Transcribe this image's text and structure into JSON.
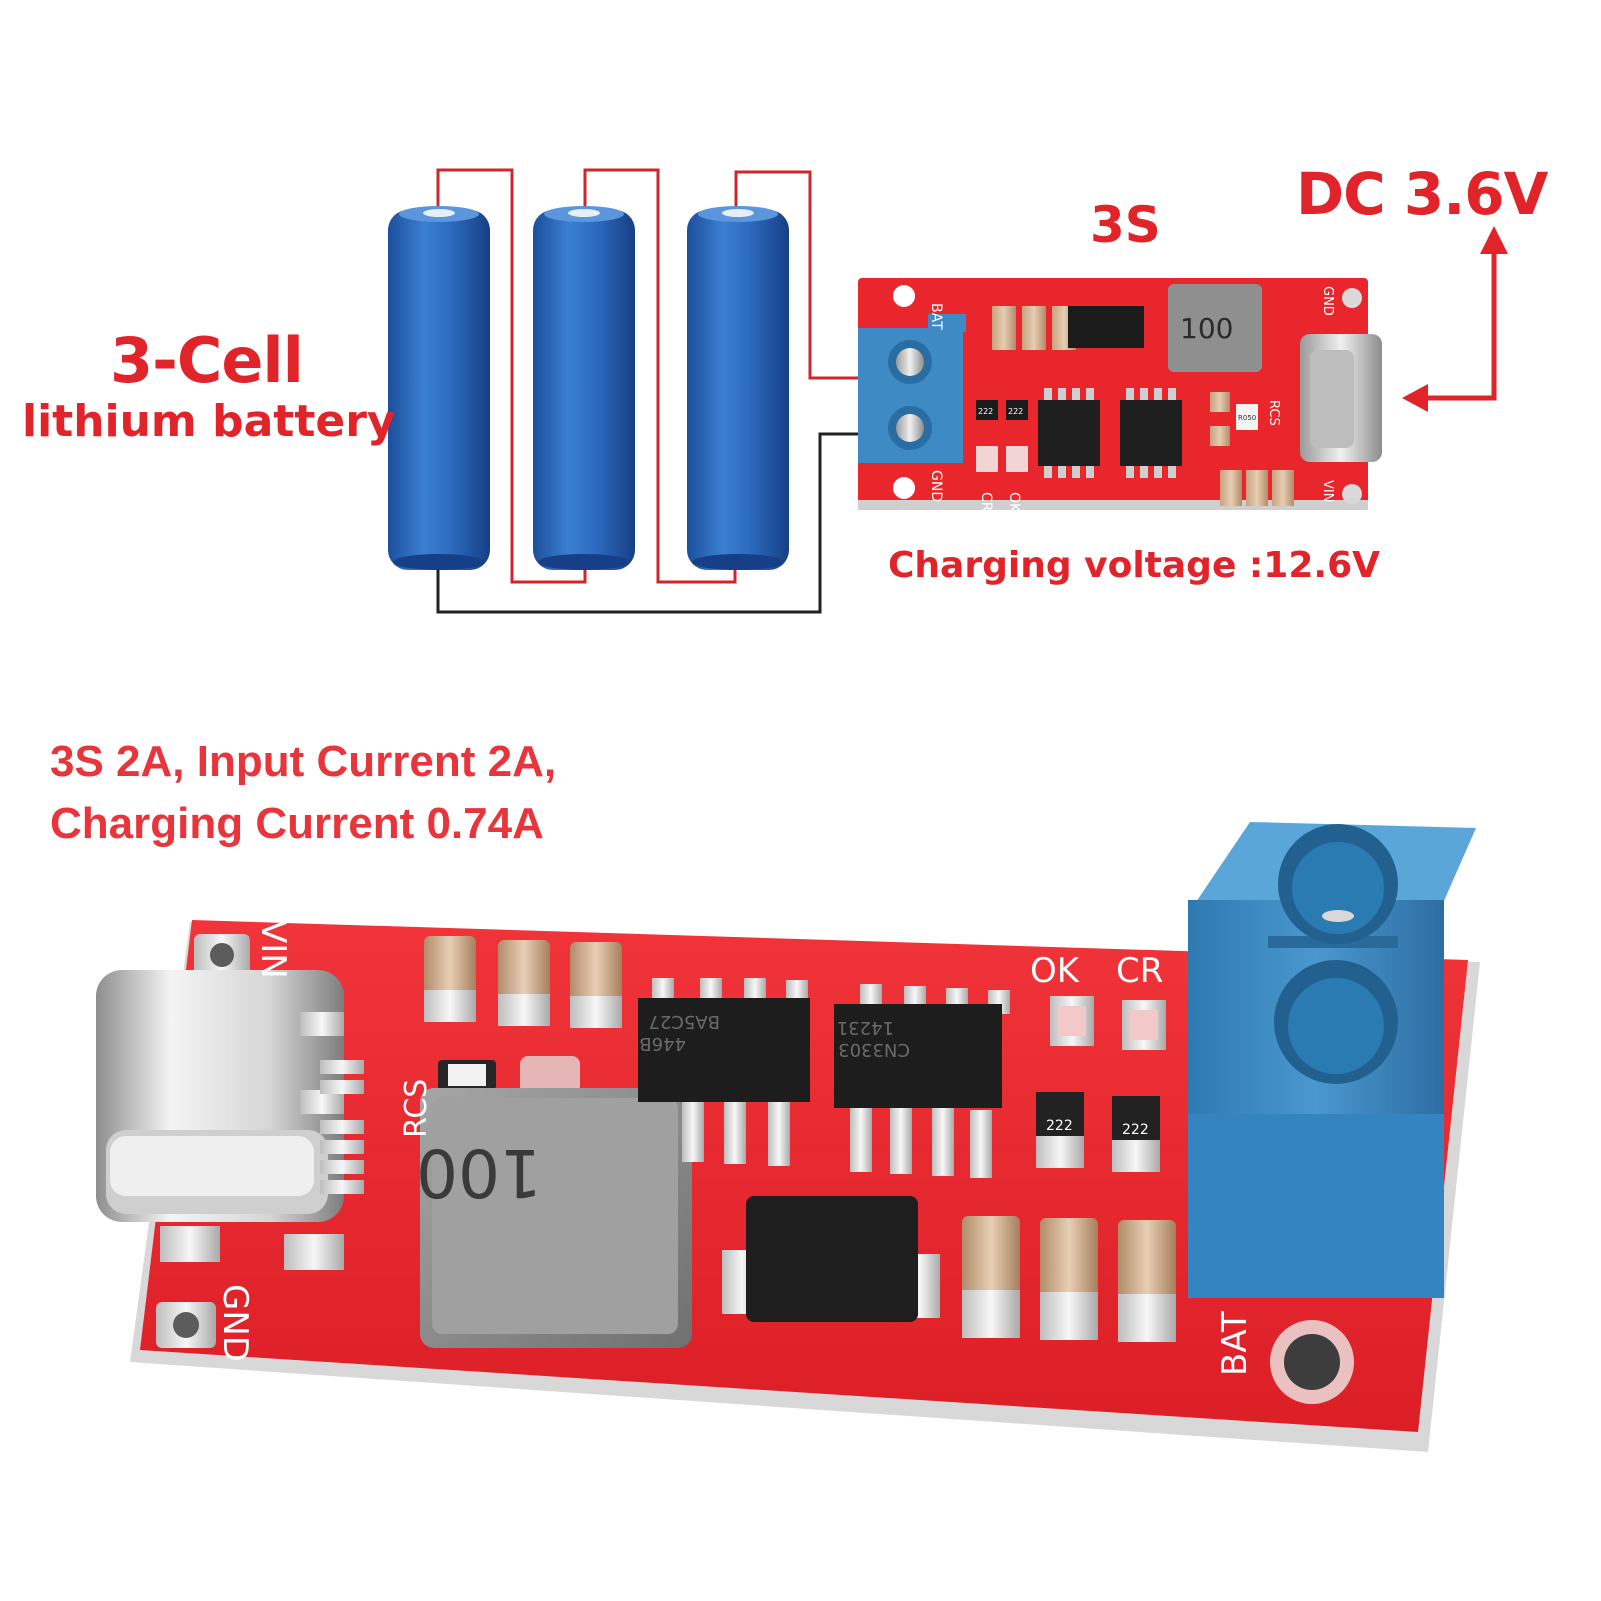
{
  "diagram": {
    "battery_label_title": "3-Cell",
    "battery_label_sub": "lithium battery",
    "config_label": "3S",
    "input_label": "DC 3.6V",
    "charging_voltage": "Charging voltage :12.6V",
    "board_marks": {
      "bat": "BAT",
      "gnd_left": "GND",
      "gnd_right": "GND",
      "vin": "VIN",
      "rcs": "RCS",
      "ok": "OK",
      "cr": "CR",
      "inductor": "100",
      "r222_a": "222",
      "r222_b": "222",
      "r050": "R050"
    }
  },
  "specs": {
    "line1": "3S 2A, Input Current 2A,",
    "line2": "Charging Current 0.74A"
  },
  "photo_marks": {
    "vin": "VIN",
    "gnd": "GND",
    "rcs": "RCS",
    "ok": "OK",
    "cr": "CR",
    "bat": "BAT",
    "inductor": "100",
    "ic1_line1": "BA5C27",
    "ic1_line2": "446B",
    "ic2_line1": "CN3303",
    "ic2_line2": "14231",
    "r222_a": "222",
    "r222_b": "222"
  },
  "colors": {
    "accent_red": "#e0242a",
    "pcb_red": "#e8262b",
    "battery_blue": "#2f6fc2",
    "terminal_blue": "#3d8ac4",
    "wire_red": "#d0262b",
    "wire_black": "#222222"
  }
}
